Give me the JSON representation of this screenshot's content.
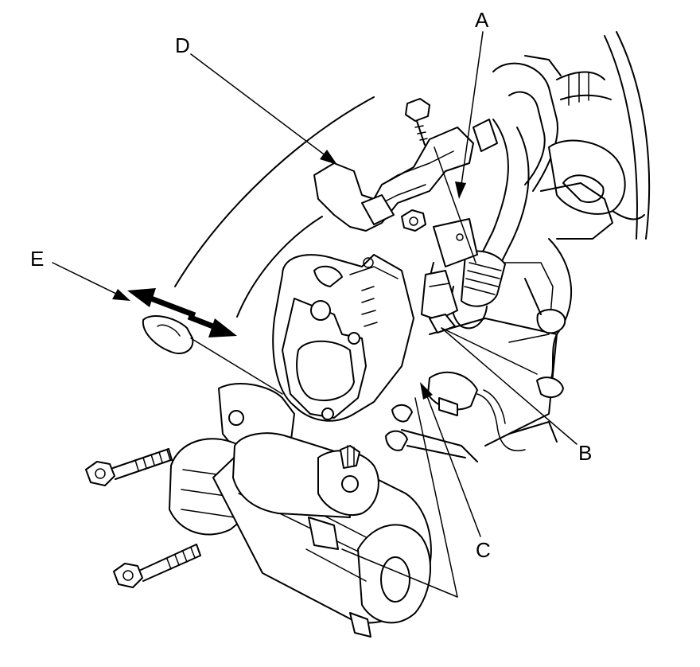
{
  "callouts": {
    "a": "A",
    "b": "B",
    "c": "C",
    "d": "D",
    "e": "E"
  },
  "colors": {
    "line": "#000000",
    "background": "#ffffff"
  }
}
